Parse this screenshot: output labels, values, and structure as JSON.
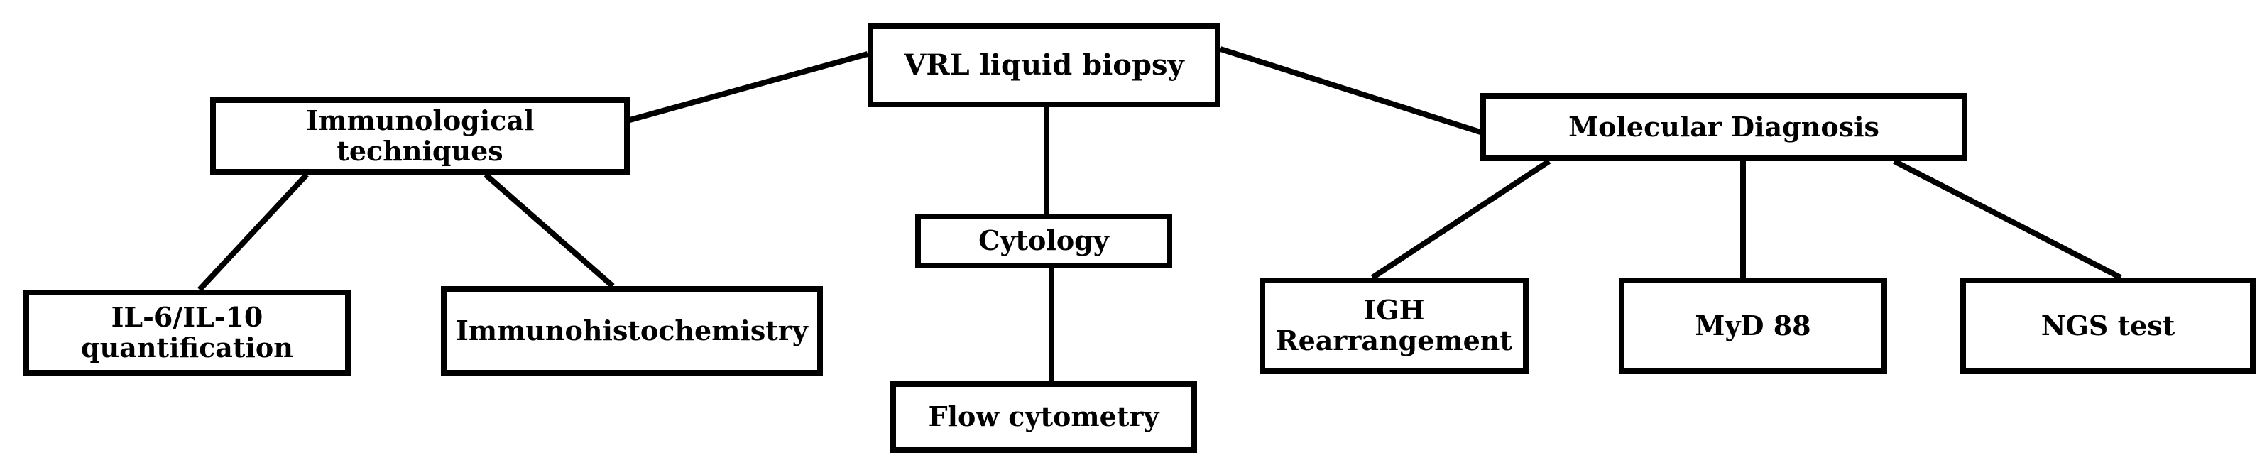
{
  "diagram": {
    "root": {
      "label": "VRL liquid biopsy"
    },
    "branches": {
      "immunological": {
        "label": "Immunological\ntechniques"
      },
      "cytology": {
        "label": "Cytology"
      },
      "molecular": {
        "label": "Molecular Diagnosis"
      }
    },
    "leaves": {
      "il6_il10": {
        "label": "IL-6/IL-10\nquantification"
      },
      "immunohistochemistry": {
        "label": "Immunohistochemistry"
      },
      "flow_cytometry": {
        "label": "Flow cytometry"
      },
      "igh": {
        "label": "IGH\nRearrangement"
      },
      "myd88": {
        "label": "MyD 88"
      },
      "ngs": {
        "label": "NGS test"
      }
    },
    "colors": {
      "stroke": "#000000",
      "fill": "#ffffff",
      "text": "#000000"
    }
  }
}
